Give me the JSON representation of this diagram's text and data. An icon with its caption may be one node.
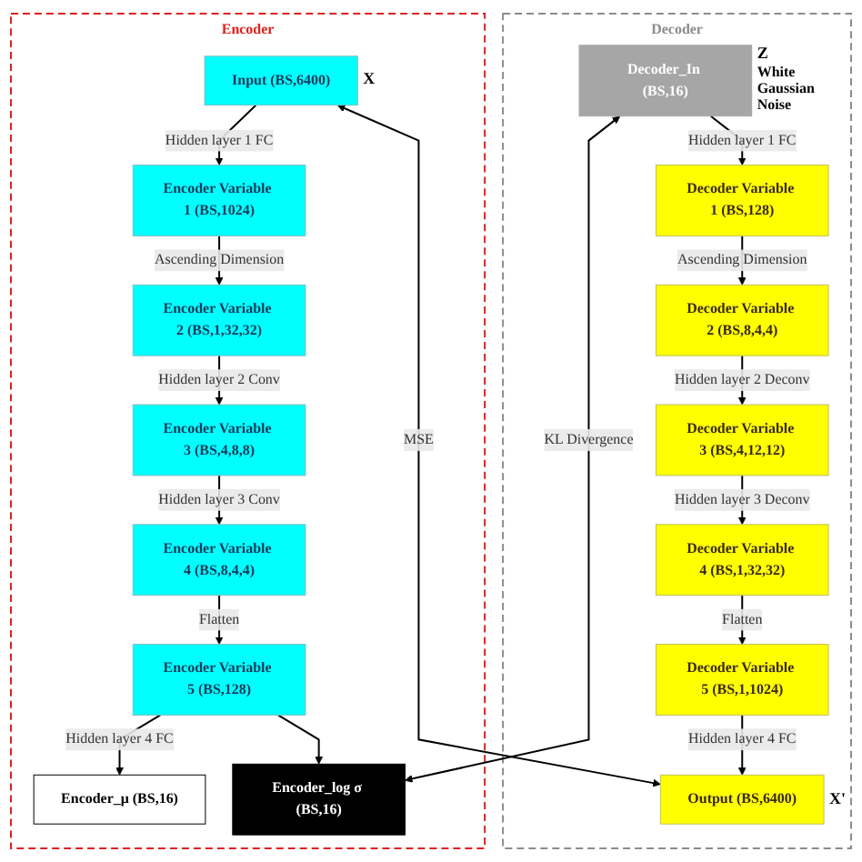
{
  "diagram": {
    "nodes": [
      {
        "text": [
          "Encoder"
        ]
      },
      {
        "text": [
          "Input (BS,6400)"
        ],
        "in": 0,
        "beside": [
          "X"
        ]
      },
      {
        "text": [
          "Encoder Variable 1 (BS,1024)"
        ],
        "in": 0
      },
      {
        "text": [
          "Encoder Variable 2 (BS,1,32,32)"
        ],
        "in": 0
      },
      {
        "text": [
          "Encoder Variable 3 (BS,4,8,8)"
        ],
        "in": 0
      },
      {
        "text": [
          "Encoder Variable 4 (BS,8,4,4)"
        ],
        "in": 0
      },
      {
        "text": [
          "Encoder Variable 5 (BS,128)"
        ],
        "in": 0
      },
      {
        "text": [
          "Encoder_μ (BS,16)"
        ],
        "in": 0
      },
      {
        "text": [
          "Encoder_log σ (BS,16)"
        ],
        "in": 0
      },
      {
        "text": [
          "Decoder"
        ]
      },
      {
        "text": [
          "Output (BS,6400)"
        ],
        "in": 9,
        "beside": [
          "X'"
        ]
      },
      {
        "text": [
          "Decoder Variable 5 (BS,1,1024)"
        ],
        "in": 9
      },
      {
        "text": [
          "Decoder Variable 4 (BS,1,32,32)"
        ],
        "in": 9
      },
      {
        "text": [
          "Decoder Variable 3 (BS,4,12,12)"
        ],
        "in": 9
      },
      {
        "text": [
          "Decoder Variable 2 (BS,8,4,4)"
        ],
        "in": 9
      },
      {
        "text": [
          "Decoder Variable 1 (BS,128)"
        ],
        "in": 9
      },
      {
        "text": [
          "Decoder_In (BS,16)"
        ],
        "in": 9,
        "beside": [
          "Z",
          "White Gaussian Noise"
        ]
      }
    ],
    "edges": [
      {
        "from": 1,
        "to": 2,
        "arrow": "to",
        "label": "Hidden layer 1 FC"
      },
      {
        "from": 2,
        "to": 3,
        "arrow": "to",
        "label": "Ascending Dimension"
      },
      {
        "from": 3,
        "to": 4,
        "arrow": "to",
        "label": "Hidden layer 2 Conv"
      },
      {
        "from": 4,
        "to": 5,
        "arrow": "to",
        "label": "Hidden layer 3 Conv"
      },
      {
        "from": 5,
        "to": 6,
        "arrow": "to",
        "label": "Flatten"
      },
      {
        "from": 6,
        "to": 7,
        "arrow": "to",
        "label": "Hidden layer 4 FC"
      },
      {
        "from": 6,
        "to": 8,
        "arrow": "to"
      },
      {
        "from": 16,
        "to": 15,
        "arrow": "to",
        "label": "Hidden layer 1 FC"
      },
      {
        "from": 15,
        "to": 14,
        "arrow": "to",
        "label": "Ascending Dimension"
      },
      {
        "from": 14,
        "to": 13,
        "arrow": "to",
        "label": "Hidden layer 2 Deconv"
      },
      {
        "from": 13,
        "to": 12,
        "arrow": "to",
        "label": "Hidden layer 3 Deconv"
      },
      {
        "from": 12,
        "to": 11,
        "arrow": "to",
        "label": "Flatten"
      },
      {
        "from": 11,
        "to": 10,
        "arrow": "to",
        "label": "Hidden layer 4 FC"
      },
      {
        "from": 1,
        "to": 10,
        "arrow": "both",
        "label": "MSE"
      },
      {
        "from": 16,
        "to": 8,
        "arrow": "both",
        "label": "KL Divergence"
      }
    ]
  }
}
